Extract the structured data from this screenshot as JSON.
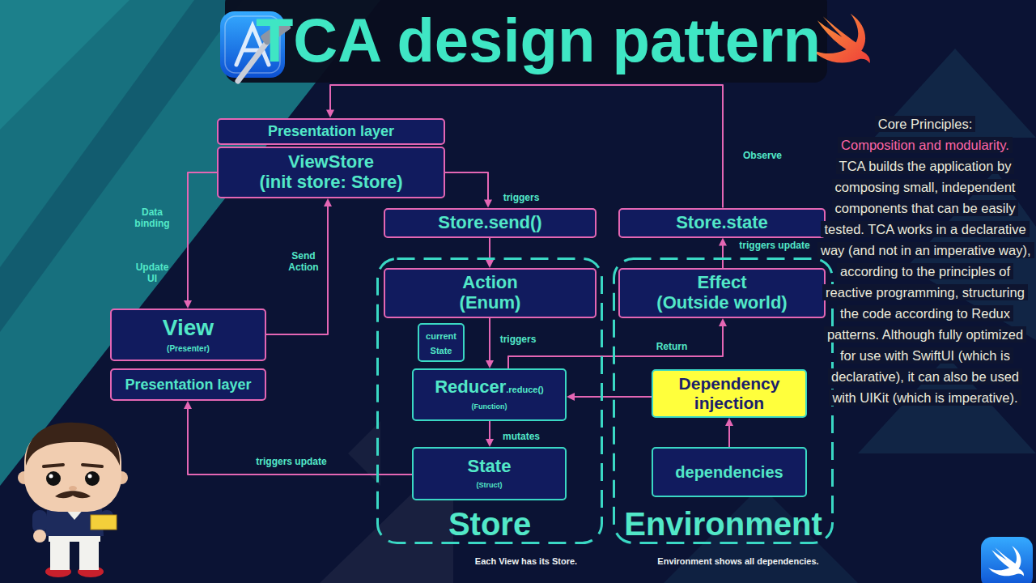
{
  "diagram": {
    "title": "TCA design pattern",
    "nodes": [
      {
        "text": [
          "Presentation layer"
        ]
      },
      {
        "text": [
          "ViewStore",
          "(init store: Store)"
        ]
      },
      {
        "text": [
          "Store.send()"
        ]
      },
      {
        "text": [
          "Store.state"
        ]
      },
      {
        "text": [
          "View",
          "(Presenter)"
        ]
      },
      {
        "text": [
          "Presentation layer"
        ]
      },
      {
        "text": [
          "Store",
          "Each View has its Store."
        ]
      },
      {
        "text": [
          "Action",
          "(Enum)"
        ],
        "in": 6
      },
      {
        "text": [
          "current State"
        ],
        "in": 6
      },
      {
        "text": [
          "Reducer",
          ".reduce()",
          "(Function)"
        ],
        "in": 6
      },
      {
        "text": [
          "State",
          "(Struct)"
        ],
        "in": 6
      },
      {
        "text": [
          "Environment",
          "Environment shows all dependencies."
        ]
      },
      {
        "text": [
          "Effect",
          "(Outside world)"
        ],
        "in": 11
      },
      {
        "text": [
          "Dependency injection"
        ],
        "in": 11
      },
      {
        "text": [
          "dependencies"
        ],
        "in": 11
      },
      {
        "text": [
          "Core Principles:",
          "Composition and modularity.",
          "TCA builds the application by composing small, independent components that can be easily tested. TCA works in a declarative way (and not in an imperative way), according to the principles of reactive programming, structuring the code according to Redux patterns. Although fully optimized for use with SwiftUI (which is declarative), it can also be used with UIKit (which is imperative)."
        ]
      }
    ],
    "edges": [
      {
        "from": 1,
        "to": 4,
        "arrow": "to",
        "label": "Data binding"
      },
      {
        "from": 4,
        "to": 1,
        "arrow": "to",
        "label": "Send Action"
      },
      {
        "from": 1,
        "to": 2,
        "arrow": "to",
        "label": "triggers"
      },
      {
        "from": 2,
        "to": 7,
        "arrow": "to"
      },
      {
        "from": 7,
        "to": 9,
        "arrow": "to",
        "label": "triggers"
      },
      {
        "from": 9,
        "to": 10,
        "arrow": "to",
        "label": "mutates"
      },
      {
        "from": 10,
        "to": 5,
        "arrow": "to",
        "label": "triggers update"
      },
      {
        "from": 9,
        "to": 12,
        "arrow": "to",
        "label": "Return"
      },
      {
        "from": 13,
        "to": 9,
        "arrow": "to"
      },
      {
        "from": 14,
        "to": 13,
        "arrow": "to"
      },
      {
        "from": 12,
        "to": 3,
        "arrow": "to",
        "label": "triggers update"
      },
      {
        "from": 3,
        "to": 0,
        "arrow": "to",
        "label": "Observe"
      }
    ],
    "labels": [
      "Update UI"
    ]
  }
}
